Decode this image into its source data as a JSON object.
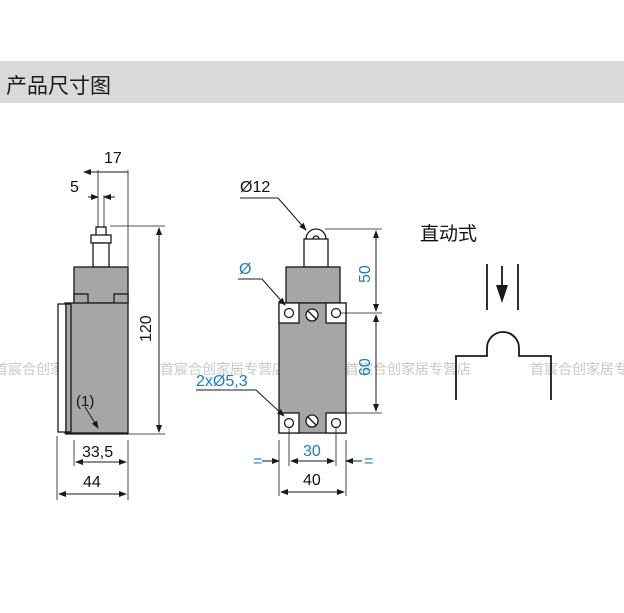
{
  "header": {
    "title": "产品尺寸图"
  },
  "side_view": {
    "dims": {
      "top_width": "17",
      "actuator_width": "5",
      "height": "120",
      "body_width": "33,5",
      "overall_width": "44",
      "callout": "(1)"
    }
  },
  "front_view": {
    "dims": {
      "roller_dia": "Ø12",
      "mount_label": "Ø",
      "upper_height": "50",
      "hole_spacing_v": "60",
      "holes": "2xØ5,3",
      "hole_spacing_h": "30",
      "width": "40",
      "equal_left": "=",
      "equal_right": "="
    }
  },
  "actuation": {
    "label": "直动式"
  },
  "watermark": {
    "text": "首宸合创家居专营店"
  },
  "colors": {
    "header_bg": "#d9d9d9",
    "line": "#1a1a1a",
    "body_fill": "#a6a6a6",
    "dim_blue": "#1a7fc0"
  }
}
